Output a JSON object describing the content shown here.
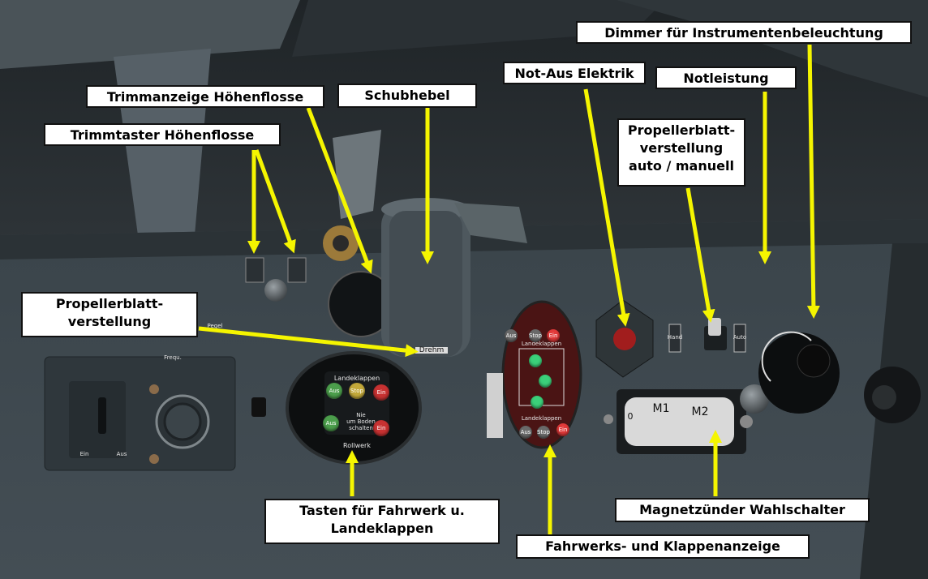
{
  "callouts": {
    "dimmer": "Dimmer für Instrumentenbeleuchtung",
    "not_aus": "Not-Aus Elektrik",
    "notleistung": "Notleistung",
    "trimmanzeige": "Trimmanzeige Höhenflosse",
    "schubhebel": "Schubhebel",
    "trimmtaster": "Trimmtaster Höhenflosse",
    "prop_auto": "Propellerblatt-\nverstellung\nauto / manuell",
    "prop": "Propellerblatt-\nverstellung",
    "tasten": "Tasten für Fahrwerk u.\nLandeklappen",
    "magnet": "Magnetzünder Wahlschalter",
    "fahrwerk_anzeige": "Fahrwerks- und Klappenanzeige"
  },
  "panel_labels": {
    "landeklappen": "Landeklappen",
    "rollwerk": "Rollwerk",
    "aus": "Aus",
    "stop": "Stop",
    "ein": "Ein",
    "hand": "Hand",
    "auto": "Auto",
    "m1": "M1",
    "m2": "M2",
    "zero": "0",
    "nie_schalten": "Nie\num Boden\nschalten",
    "pegel": "Pegel",
    "frequ": "Frequ.",
    "ein_small": "Ein",
    "aus_small": "Aus",
    "schub_knob_text": "Drehm"
  },
  "colors": {
    "callout_bg": "#ffffff",
    "arrow": "#f5f500",
    "panel": "#3b454b"
  },
  "arrow_icon": "arrow-pointer"
}
